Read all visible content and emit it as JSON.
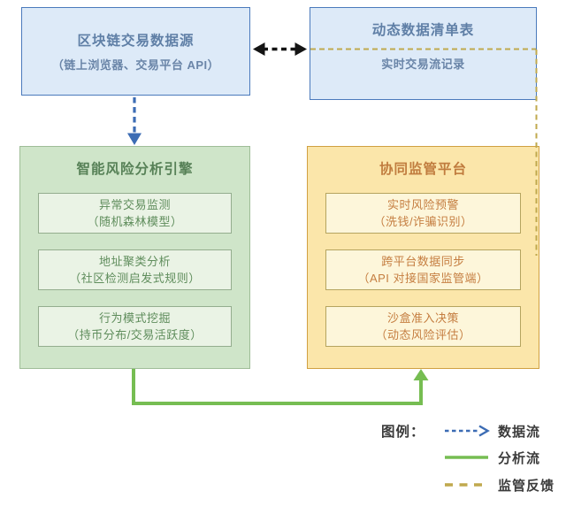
{
  "diagram": {
    "nodes": {
      "source": {
        "title": "区块链交易数据源",
        "subtitle": "（链上浏览器、交易平台 API）"
      },
      "ledger": {
        "title": "动态数据清单表",
        "subtitle": "实时交易流记录"
      },
      "engine": {
        "title": "智能风险分析引擎",
        "items": [
          {
            "line1": "异常交易监测",
            "line2": "（随机森林模型）"
          },
          {
            "line1": "地址聚类分析",
            "line2": "（社区检测启发式规则）"
          },
          {
            "line1": "行为模式挖掘",
            "line2": "（持币分布/交易活跃度）"
          }
        ]
      },
      "platform": {
        "title": "协同监管平台",
        "items": [
          {
            "line1": "实时风险预警",
            "line2": "（洗钱/诈骗识别）"
          },
          {
            "line1": "跨平台数据同步",
            "line2": "（API 对接国家监管端）"
          },
          {
            "line1": "沙盒准入决策",
            "line2": "（动态风险评估）"
          }
        ]
      }
    },
    "legend": {
      "title": "图例：",
      "items": [
        {
          "label": "数据流"
        },
        {
          "label": "分析流"
        },
        {
          "label": "监管反馈"
        }
      ]
    }
  },
  "colors": {
    "data_flow": "#3c6cb4",
    "analysis_flow": "#76bd52",
    "feedback": "#c0a94e",
    "bidirectional": "#141414",
    "source_bg": "#ddeaf8",
    "source_border": "#4a7abc",
    "source_text": "#5f7fa6",
    "engine_bg": "#cfe5c9",
    "engine_border": "#9fbd97",
    "engine_item_bg": "#eaf3e5",
    "engine_item_border": "#94ad8e",
    "engine_text": "#578157",
    "platform_bg": "#fbe6aa",
    "platform_border": "#d0a041",
    "platform_item_bg": "#fdf6da",
    "platform_item_border": "#b5a45f",
    "platform_text": "#c07c3e",
    "legend_text": "#3b3b3b"
  }
}
